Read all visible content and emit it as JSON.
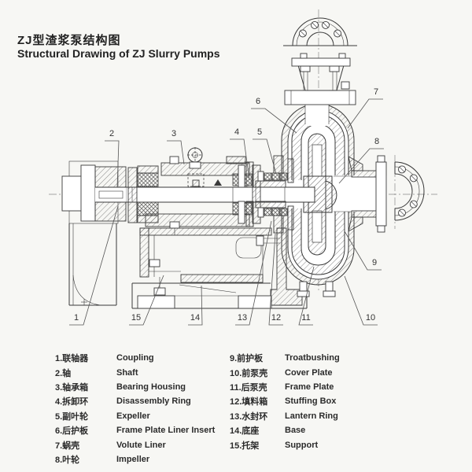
{
  "title": {
    "zh": "ZJ型渣浆泵结构图",
    "en": "Structural Drawing of ZJ Slurry Pumps"
  },
  "callouts": [
    {
      "label": "1"
    },
    {
      "label": "2"
    },
    {
      "label": "3"
    },
    {
      "label": "4"
    },
    {
      "label": "5"
    },
    {
      "label": "6"
    },
    {
      "label": "7"
    },
    {
      "label": "8"
    },
    {
      "label": "9"
    },
    {
      "label": "10"
    },
    {
      "label": "11"
    },
    {
      "label": "12"
    },
    {
      "label": "13"
    },
    {
      "label": "14"
    },
    {
      "label": "15"
    }
  ],
  "legend": {
    "left": [
      {
        "zh": "1.联轴器",
        "en": "Coupling"
      },
      {
        "zh": "2.轴",
        "en": "Shaft"
      },
      {
        "zh": "3.轴承箱",
        "en": "Bearing Housing"
      },
      {
        "zh": "4.拆卸环",
        "en": "Disassembly Ring"
      },
      {
        "zh": "5.副叶轮",
        "en": "Expeller"
      },
      {
        "zh": "6.后护板",
        "en": "Frame Plate Liner Insert"
      },
      {
        "zh": "7.蜗壳",
        "en": "Volute Liner"
      },
      {
        "zh": "8.叶轮",
        "en": "Impeller"
      }
    ],
    "right": [
      {
        "zh": "9.前护板",
        "en": "Troatbushing"
      },
      {
        "zh": "10.前泵壳",
        "en": "Cover Plate"
      },
      {
        "zh": "11.后泵壳",
        "en": "Frame Plate"
      },
      {
        "zh": "12.填料箱",
        "en": "Stuffing Box"
      },
      {
        "zh": "13.水封环",
        "en": "Lantern Ring"
      },
      {
        "zh": "14.底座",
        "en": "Base"
      },
      {
        "zh": "15.托架",
        "en": "Support"
      }
    ]
  },
  "colors": {
    "ink": "#3a3a3a",
    "paper": "#f7f7f4",
    "leader": "#555555"
  }
}
